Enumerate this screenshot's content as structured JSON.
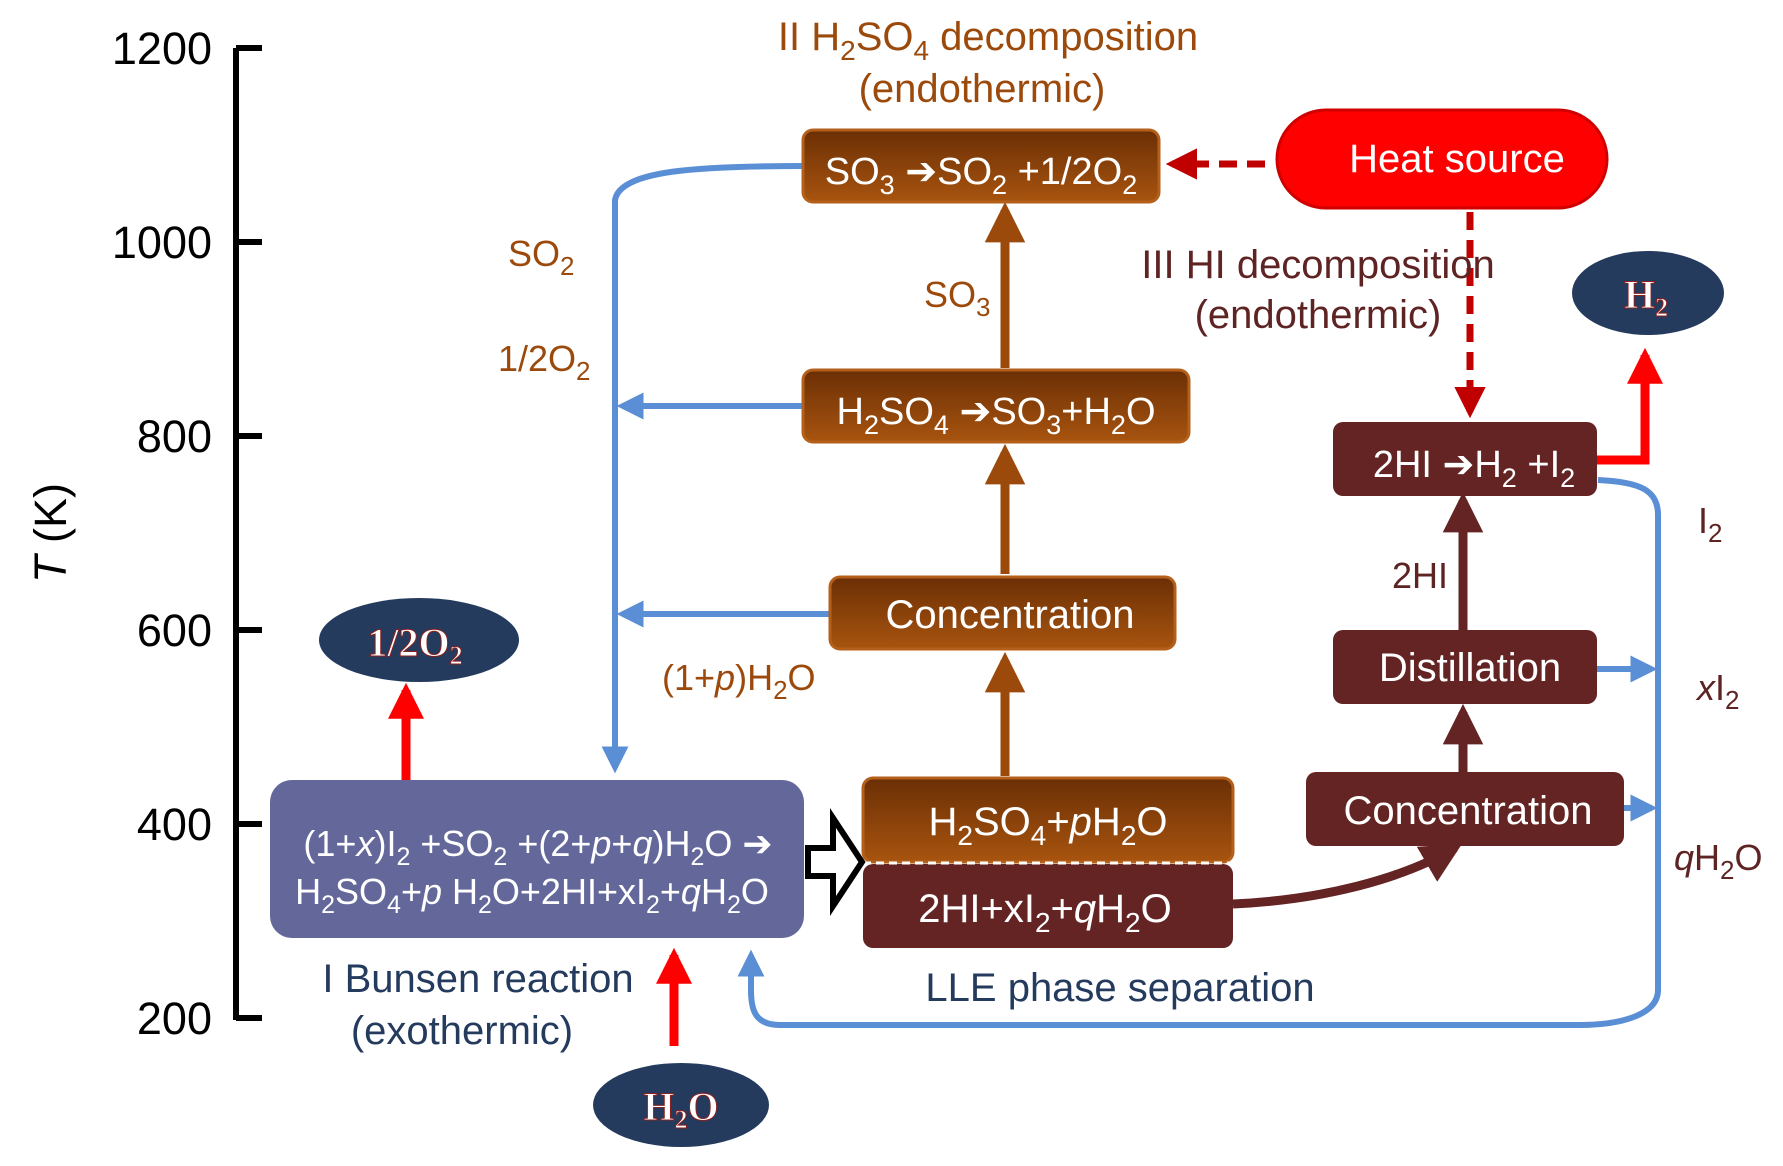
{
  "axis": {
    "label_var": "T",
    "label_unit": " (K)",
    "ticks": [
      "1200",
      "1000",
      "800",
      "600",
      "400",
      "200"
    ],
    "range_K": [
      200,
      1200
    ]
  },
  "colors": {
    "brown": "#9c4a0c",
    "brown_dark": "#6b2f05",
    "maroon": "#652424",
    "purple": "#63679a",
    "blue": "#5a8fd6",
    "red": "#ff0000",
    "dark_red": "#c00000",
    "navy": "#243b5e"
  },
  "section_titles": {
    "h2so4": {
      "line1_pre": "II H",
      "line1_sub1": "2",
      "line1_mid": "SO",
      "line1_sub2": "4",
      "line1_post": " decomposition",
      "line2": "(endothermic)"
    },
    "hi": {
      "line1": "III  HI decomposition",
      "line2": "(endothermic)"
    },
    "bunsen": {
      "line1": "I Bunsen reaction",
      "line2": "(exothermic)"
    },
    "lle": "LLE phase separation"
  },
  "nodes": {
    "so3_decomp": {
      "parts": [
        [
          "SO",
          ""
        ],
        [
          "3",
          "sub"
        ],
        [
          " ➔SO",
          ""
        ],
        [
          "2",
          "sub"
        ],
        [
          " +1/2O",
          ""
        ],
        [
          "2",
          "sub"
        ]
      ],
      "temperature_K": 1080
    },
    "h2so4_decomp": {
      "parts": [
        [
          "H",
          ""
        ],
        [
          "2",
          "sub"
        ],
        [
          "SO",
          ""
        ],
        [
          "4",
          "sub"
        ],
        [
          " ➔SO",
          ""
        ],
        [
          "3",
          "sub"
        ],
        [
          "+H",
          ""
        ],
        [
          "2",
          "sub"
        ],
        [
          "O",
          ""
        ]
      ],
      "temperature_K": 830
    },
    "concentration_h2so4": {
      "label": "Concentration",
      "temperature_K": 620
    },
    "h2so4_phase": {
      "parts": [
        [
          "H",
          ""
        ],
        [
          "2",
          "sub"
        ],
        [
          "SO",
          ""
        ],
        [
          "4",
          "sub"
        ],
        [
          "+",
          ""
        ],
        [
          "p",
          "it"
        ],
        [
          "H",
          ""
        ],
        [
          "2",
          "sub"
        ],
        [
          "O",
          ""
        ]
      ]
    },
    "hi_phase": {
      "parts": [
        [
          "2HI+xI",
          ""
        ],
        [
          "2",
          "sub"
        ],
        [
          "+",
          ""
        ],
        [
          "q",
          "it"
        ],
        [
          "H",
          ""
        ],
        [
          "2",
          "sub"
        ],
        [
          "O",
          ""
        ]
      ]
    },
    "bunsen": {
      "line1": [
        [
          "(1+",
          ""
        ],
        [
          "x",
          "it"
        ],
        [
          ")I",
          ""
        ],
        [
          "2",
          "sub"
        ],
        [
          " +SO",
          ""
        ],
        [
          "2",
          "sub"
        ],
        [
          " +(2+",
          ""
        ],
        [
          "p",
          "it"
        ],
        [
          "+",
          ""
        ],
        [
          "q",
          "it"
        ],
        [
          ")H",
          ""
        ],
        [
          "2",
          "sub"
        ],
        [
          "O ➔",
          ""
        ]
      ],
      "line2": [
        [
          "H",
          ""
        ],
        [
          "2",
          "sub"
        ],
        [
          "SO",
          ""
        ],
        [
          "4",
          "sub"
        ],
        [
          "+",
          ""
        ],
        [
          "p",
          "it"
        ],
        [
          " H",
          ""
        ],
        [
          "2",
          "sub"
        ],
        [
          "O+2HI+xI",
          ""
        ],
        [
          "2",
          "sub"
        ],
        [
          "+",
          ""
        ],
        [
          "q",
          "it"
        ],
        [
          "H",
          ""
        ],
        [
          "2",
          "sub"
        ],
        [
          "O",
          ""
        ]
      ],
      "temperature_K": 380
    },
    "heat_source": {
      "label": "Heat source"
    },
    "hi_decomp": {
      "parts": [
        [
          "2HI ➔H",
          ""
        ],
        [
          "2",
          "sub"
        ],
        [
          " +I",
          ""
        ],
        [
          "2",
          "sub"
        ]
      ],
      "temperature_K": 790
    },
    "distillation": {
      "label": "Distillation",
      "temperature_K": 570
    },
    "concentration_hi": {
      "label": "Concentration",
      "temperature_K": 410
    }
  },
  "products": {
    "o2": {
      "main": "1/2O",
      "sub": "2"
    },
    "h2": {
      "main": "H",
      "sub": "2"
    },
    "h2o": {
      "main": "H",
      "sub": "2",
      "post": "O"
    }
  },
  "flow_labels": {
    "so2": {
      "main": "SO",
      "sub": "2"
    },
    "half_o2": {
      "main": "1/2O",
      "sub": "2"
    },
    "so3": {
      "main": "SO",
      "sub": "3"
    },
    "one_p_h2o": {
      "pre": "(1+",
      "it": "p",
      "mid": ")H",
      "sub": "2",
      "post": "O"
    },
    "two_hi": "2HI",
    "i2": {
      "main": "I",
      "sub": "2"
    },
    "x_i2": {
      "it": "x",
      "main": "I",
      "sub": "2"
    },
    "q_h2o": {
      "it": "q",
      "main": "H",
      "sub": "2",
      "post": "O"
    }
  }
}
